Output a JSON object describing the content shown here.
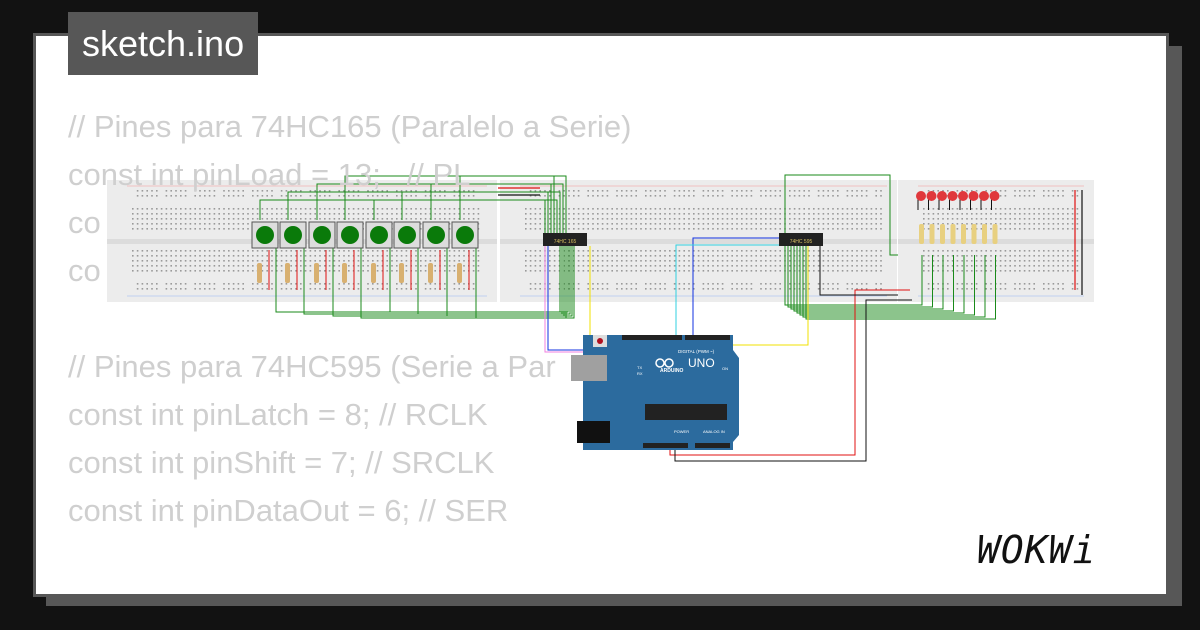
{
  "title": "sketch.ino",
  "code_lines": [
    "// Pines para 74HC165 (Paralelo a Serie)",
    "const int pinLoad = 13;   // PL",
    "co",
    "co",
    "",
    "// Pines para 74HC595 (Serie a Par",
    "const int pinLatch = 8; // RCLK",
    "const int pinShift = 7; // SRCLK",
    "const int pinDataOut = 6; // SER"
  ],
  "circuit": {
    "chip_in_label": "74HC 165",
    "chip_out_label": "74HC 595",
    "board": {
      "model": "UNO",
      "brand": "ARDUINO",
      "digital_label": "DIGITAL (PWM ~)",
      "power_label": "POWER",
      "analog_label": "ANALOG IN",
      "on_label": "ON",
      "tx_label": "TX",
      "rx_label": "RX",
      "color": "#2c6b9e"
    },
    "button_count": 8,
    "led_count": 8,
    "button_color": "#0a7a0a",
    "led_color": "#e0383c",
    "wire_colors": {
      "signal": "#1a8a1a",
      "power": "#e01010",
      "ground": "#111111",
      "data": "#f0e000",
      "clock": "#1030e0",
      "aux": "#30d0e0",
      "load": "#f080e0"
    }
  },
  "logo": "WOKWi"
}
